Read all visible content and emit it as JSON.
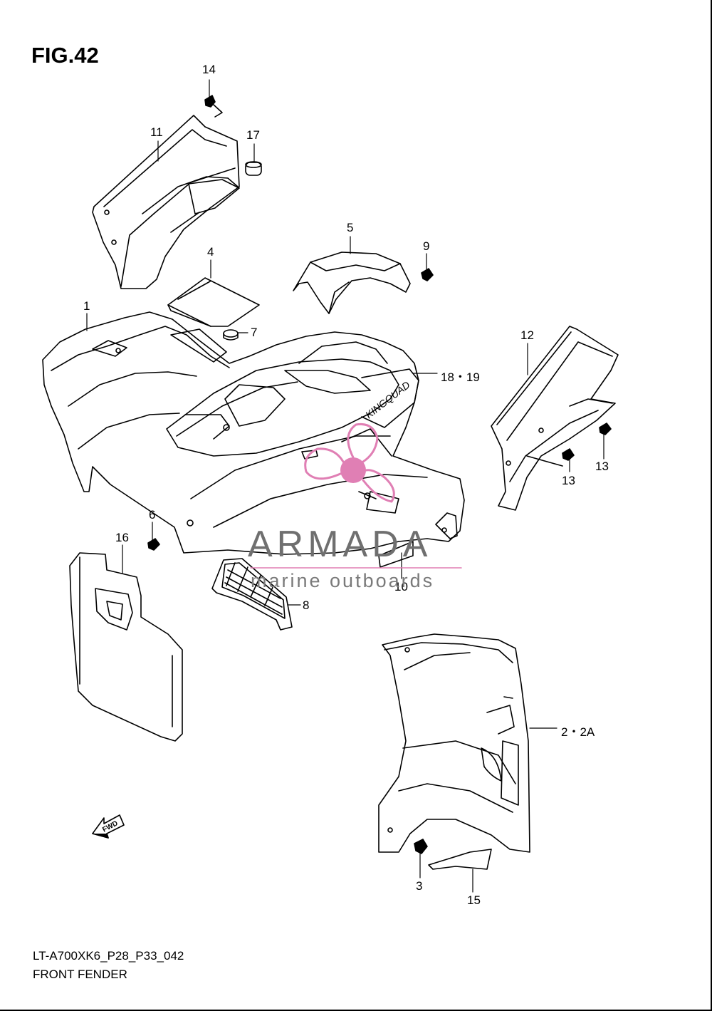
{
  "figure_title": "FIG.42",
  "diagram_code": "LT-A700XK6_P28_P33_042",
  "caption": "FRONT FENDER",
  "fwd_label": "FWD",
  "emblem_text": "KINGQUAD",
  "callouts": {
    "c1": "1",
    "c2": "2・2A",
    "c3": "3",
    "c4": "4",
    "c5": "5",
    "c6": "6",
    "c7": "7",
    "c8": "8",
    "c9": "9",
    "c10": "10",
    "c11": "11",
    "c12": "12",
    "c13a": "13",
    "c13b": "13",
    "c14": "14",
    "c15": "15",
    "c16": "16",
    "c17": "17",
    "c1819": "18・19"
  },
  "watermark": {
    "name": "ARMADA",
    "subtitle": "marine outboards",
    "accent_color": "#e07fb4"
  }
}
